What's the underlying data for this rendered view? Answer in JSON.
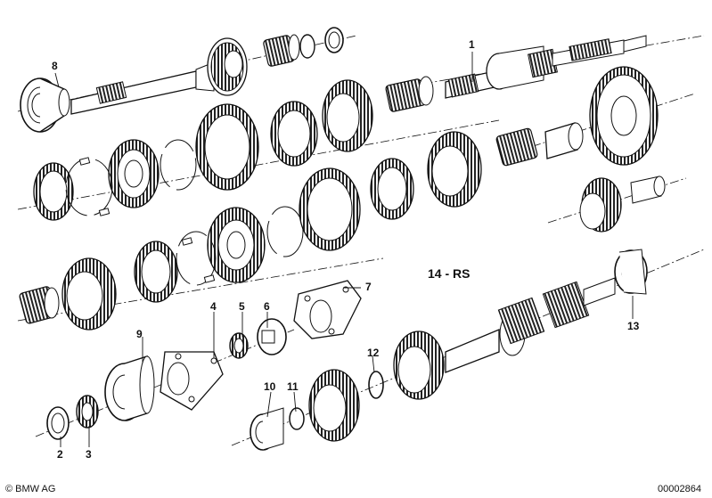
{
  "diagram": {
    "model_label": "14 - RS",
    "part_labels": [
      "1",
      "2",
      "3",
      "4",
      "5",
      "6",
      "7",
      "8",
      "9",
      "10",
      "11",
      "12",
      "13"
    ]
  },
  "footer": {
    "copyright": "© BMW AG",
    "image_number": "00002864"
  }
}
